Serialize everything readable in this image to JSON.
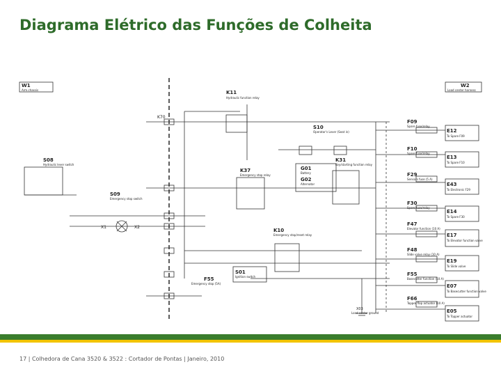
{
  "title": "Diagrama Elétrico das Funções de Colheita",
  "footer": "17 | Colhedora de Cana 3520 & 3522 : Cortador de Pontas | Janeiro, 2010",
  "labels": {
    "w1": "W1",
    "w1_desc": "Arm.chassis",
    "w2": "W2",
    "w2_desc": "Load center harness",
    "k11": "K11",
    "k11_desc": "Hydraulic function relay",
    "k70": "K70",
    "s10": "S10",
    "s10_desc": "Operator's Lever (Seat in)",
    "s08": "S08",
    "s08_desc": "Hydraulic lever switch",
    "k37": "K37",
    "k37_desc": "Emergency stop relay",
    "g01": "G01",
    "g01_desc": "Battery",
    "g02": "G02",
    "g02_desc": "Alternator",
    "k31": "K31",
    "k31_desc": "Key/starting function relay",
    "s09": "S09",
    "s09_desc": "Emergency stop switch",
    "k10": "K10",
    "k10_desc": "Emergency stop/reset relay",
    "s01": "S01",
    "s01_desc": "Ignition switch",
    "f55_left": "F55",
    "f55_left_desc": "Emergency stop (5A)",
    "x1": "X1",
    "x2": "X2",
    "x03": "X03",
    "x03_desc": "Load center ground",
    "f09": "F09",
    "f09_desc": "Spare fuse/relay",
    "e12": "E12",
    "e12_desc": "To Spare F09",
    "f10": "F10",
    "f10_desc": "Spare fuse/relay",
    "e13": "E13",
    "e13_desc": "To Spare F10",
    "f29": "F29",
    "f29_desc": "Sensors fuse (5 A)",
    "e43": "E43",
    "e43_desc": "To Electronic F29",
    "f30": "F30",
    "f30_desc": "Spare fuse/relay",
    "e14": "E14",
    "e14_desc": "To Spare F30",
    "f47": "F47",
    "f47_desc": "Elevator function (10 A)",
    "e17": "E17",
    "e17_desc": "To Elevator function valve",
    "f48": "F48",
    "f48_desc": "Slide valve relay (10 A)",
    "e19": "E19",
    "e19_desc": "To Slide valve",
    "f55_right": "F55",
    "f55_right_desc": "Basecutter function (10 A)",
    "e07": "E07",
    "e07_desc": "To Basecutter function valve",
    "f66": "F66",
    "f66_desc": "Topper flap actuator (10 A)",
    "e05": "E05",
    "e05_desc": "To Topper actuator"
  }
}
